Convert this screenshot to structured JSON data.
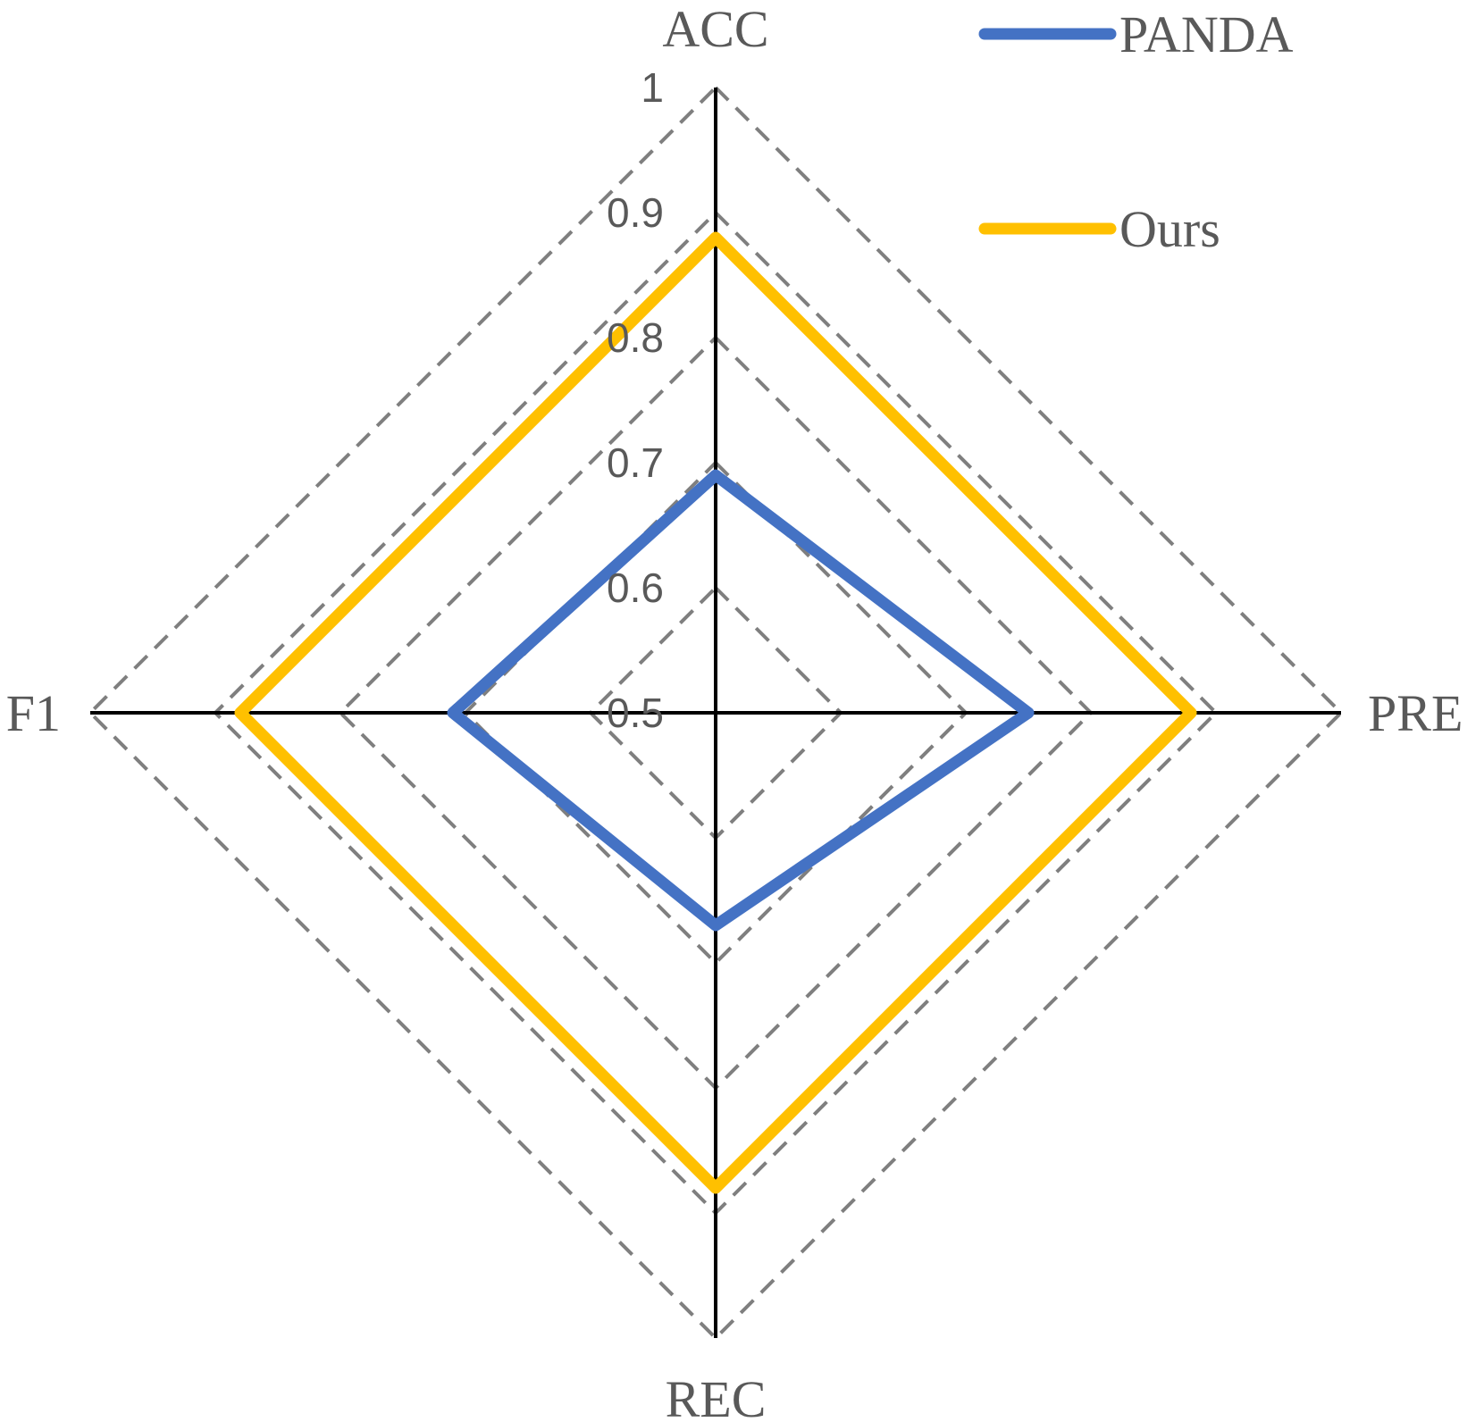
{
  "chart_data": {
    "type": "radar",
    "axes": [
      "ACC",
      "PRE",
      "REC",
      "F1"
    ],
    "range": [
      0.5,
      1
    ],
    "ticks": [
      "0.5",
      "0.6",
      "0.7",
      "0.8",
      "0.9",
      "1"
    ],
    "tick_values": [
      0.5,
      0.6,
      0.7,
      0.8,
      0.9,
      1.0
    ],
    "grid": "dashed",
    "legend_position": "top-right",
    "series": [
      {
        "name": "PANDA",
        "color": "#4472C4",
        "values": [
          0.69,
          0.75,
          0.67,
          0.71
        ]
      },
      {
        "name": "Ours",
        "color": "#FFC000",
        "values": [
          0.88,
          0.88,
          0.88,
          0.88
        ]
      }
    ]
  }
}
